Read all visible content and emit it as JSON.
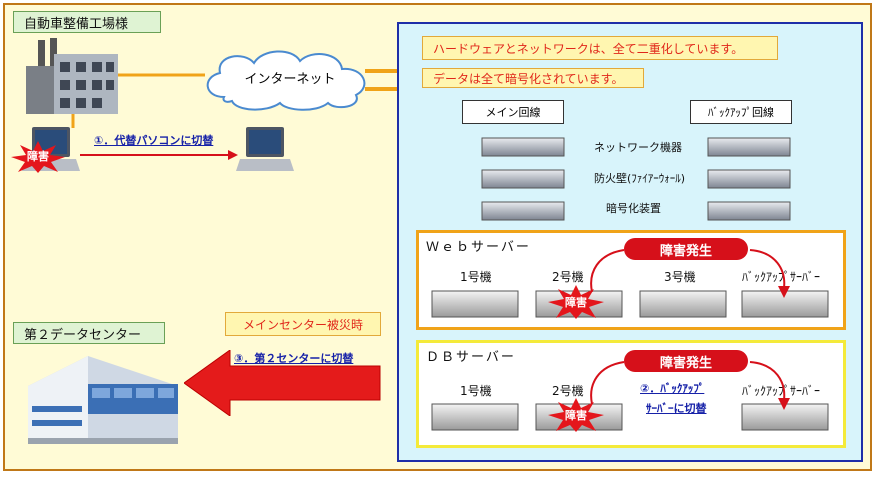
{
  "factory": {
    "label": "自動車整備工場様"
  },
  "internet": {
    "label": "インターネット"
  },
  "pc_switch": {
    "label": "①．代替パソコンに切替",
    "badge": "障害"
  },
  "datacenter": {
    "label": "第２データセンター",
    "callout": "メインセンター被災時",
    "switch": "③．第２センターに切替"
  },
  "notices": {
    "redundancy": "ハードウェアとネットワークは、全て二重化しています。",
    "encryption": "データは全て暗号化されています。"
  },
  "lines": {
    "main": "メイン回線",
    "backup": "ﾊﾞｯｸｱｯﾌﾟ回線"
  },
  "devices": {
    "network": "ネットワーク機器",
    "firewall": "防火壁(ﾌｧｲｱｰｳｫｰﾙ)",
    "encryption": "暗号化装置"
  },
  "web": {
    "title": "Ｗｅｂサーバー",
    "servers": [
      "1号機",
      "2号機",
      "3号機",
      "ﾊﾞｯｸｱｯﾌﾟｻｰﾊﾞｰ"
    ],
    "alert": "障害発生",
    "badge": "障害"
  },
  "db": {
    "title": "ＤＢサーバー",
    "servers": [
      "1号機",
      "2号機",
      "ﾊﾞｯｸｱｯﾌﾟｻｰﾊﾞｰ"
    ],
    "alert": "障害発生",
    "badge": "障害",
    "switch_line1": "②．ﾊﾞｯｸｱｯﾌﾟ",
    "switch_line2": "ｻｰﾊﾞｰに切替"
  },
  "colors": {
    "frame": "#c07818",
    "background": "#fffbd6",
    "panel_border": "#1e2ea8",
    "panel_bg": "#d8f4fb",
    "alert": "#d6101a",
    "link": "#1621a8",
    "line": "#f0a318"
  }
}
